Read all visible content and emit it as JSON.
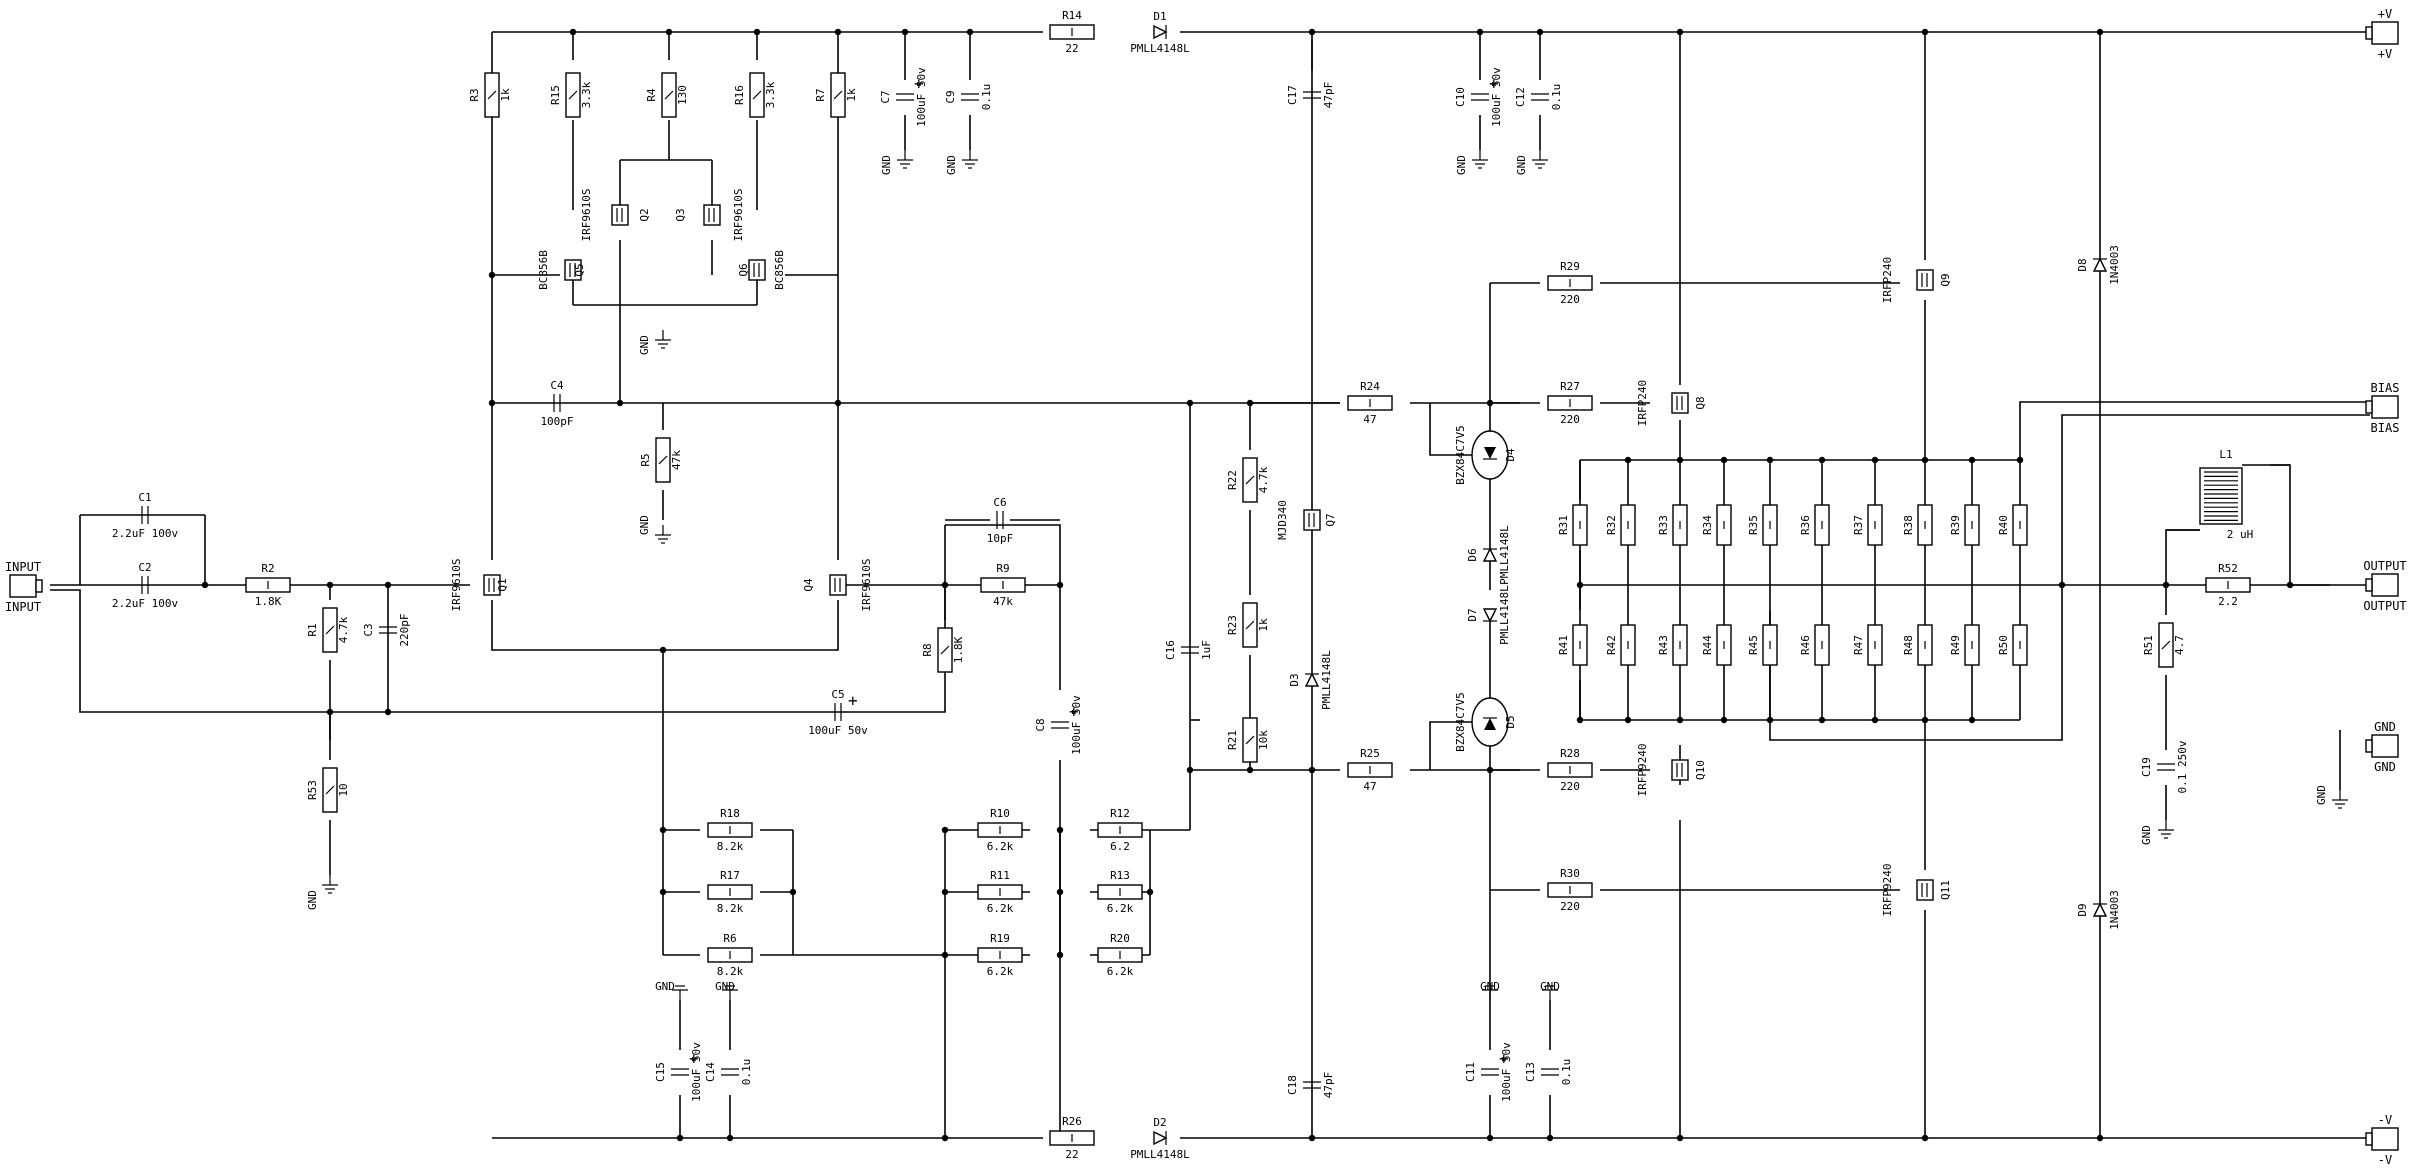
{
  "title": "",
  "resistors": [
    {
      "ref": "R3",
      "value": "1k"
    },
    {
      "ref": "R15",
      "value": "3.3k"
    },
    {
      "ref": "R4",
      "value": "130"
    },
    {
      "ref": "R16",
      "value": "3.3k"
    },
    {
      "ref": "R7",
      "value": "1k"
    },
    {
      "ref": "R14",
      "value": "22"
    },
    {
      "ref": "R26",
      "value": "22"
    },
    {
      "ref": "R2",
      "value": "1.8K"
    },
    {
      "ref": "R1",
      "value": "4.7k"
    },
    {
      "ref": "R53",
      "value": "10"
    },
    {
      "ref": "R5",
      "value": "47k"
    },
    {
      "ref": "R9",
      "value": "47k"
    },
    {
      "ref": "R8",
      "value": "1.8K"
    },
    {
      "ref": "R18",
      "value": "8.2k"
    },
    {
      "ref": "R17",
      "value": "8.2k"
    },
    {
      "ref": "R6",
      "value": "8.2k"
    },
    {
      "ref": "R10",
      "value": "6.2k"
    },
    {
      "ref": "R11",
      "value": "6.2k"
    },
    {
      "ref": "R19",
      "value": "6.2k"
    },
    {
      "ref": "R12",
      "value": "6.2"
    },
    {
      "ref": "R13",
      "value": "6.2k"
    },
    {
      "ref": "R20",
      "value": "6.2k"
    },
    {
      "ref": "R22",
      "value": "4.7k"
    },
    {
      "ref": "R23",
      "value": "1k"
    },
    {
      "ref": "R21",
      "value": "10k"
    },
    {
      "ref": "R24",
      "value": "47"
    },
    {
      "ref": "R25",
      "value": "47"
    },
    {
      "ref": "R27",
      "value": "220"
    },
    {
      "ref": "R28",
      "value": "220"
    },
    {
      "ref": "R29",
      "value": "220"
    },
    {
      "ref": "R30",
      "value": "220"
    },
    {
      "ref": "R51",
      "value": "4.7"
    },
    {
      "ref": "R52",
      "value": "2.2"
    }
  ],
  "ballast_top": [
    "R31",
    "R32",
    "R33",
    "R34",
    "R35",
    "R36",
    "R37",
    "R38",
    "R39",
    "R40"
  ],
  "ballast_bottom": [
    "R41",
    "R42",
    "R43",
    "R44",
    "R45",
    "R46",
    "R47",
    "R48",
    "R49",
    "R50"
  ],
  "capacitors": [
    {
      "ref": "C1",
      "value": "2.2uF 100v"
    },
    {
      "ref": "C2",
      "value": "2.2uF 100v"
    },
    {
      "ref": "C3",
      "value": "220pF"
    },
    {
      "ref": "C4",
      "value": "100pF"
    },
    {
      "ref": "C5",
      "value": "100uF 50v"
    },
    {
      "ref": "C6",
      "value": "10pF"
    },
    {
      "ref": "C8",
      "value": "100uF 50v"
    },
    {
      "ref": "C16",
      "value": "1uF"
    },
    {
      "ref": "C17",
      "value": "47pF"
    },
    {
      "ref": "C18",
      "value": "47pF"
    },
    {
      "ref": "C7",
      "value": "100uF 50v"
    },
    {
      "ref": "C9",
      "value": "0.1u"
    },
    {
      "ref": "C10",
      "value": "100uF 50v"
    },
    {
      "ref": "C12",
      "value": "0.1u"
    },
    {
      "ref": "C11",
      "value": "100uF 50v"
    },
    {
      "ref": "C13",
      "value": "0.1u"
    },
    {
      "ref": "C15",
      "value": "100uF 50v"
    },
    {
      "ref": "C14",
      "value": "0.1u"
    },
    {
      "ref": "C19",
      "value": "0.1 250v"
    }
  ],
  "diodes": [
    {
      "ref": "D1",
      "value": "PMLL4148L"
    },
    {
      "ref": "D2",
      "value": "PMLL4148L"
    },
    {
      "ref": "D3",
      "value": "PMLL4148L"
    },
    {
      "ref": "D6",
      "value": "PMLL4148L"
    },
    {
      "ref": "D7",
      "value": "PMLL4148L"
    },
    {
      "ref": "D4",
      "value": "BZX84C7V5"
    },
    {
      "ref": "D5",
      "value": "BZX84C7V5"
    },
    {
      "ref": "D8",
      "value": "1N4003"
    },
    {
      "ref": "D9",
      "value": "1N4003"
    }
  ],
  "transistors": [
    {
      "ref": "Q1",
      "value": "IRF9610S"
    },
    {
      "ref": "Q4",
      "value": "IRF9610S"
    },
    {
      "ref": "Q2",
      "value": "IRF9610S"
    },
    {
      "ref": "Q3",
      "value": "IRF9610S"
    },
    {
      "ref": "Q5",
      "value": "BC856B"
    },
    {
      "ref": "Q6",
      "value": "BC856B"
    },
    {
      "ref": "Q7",
      "value": "MJD340"
    },
    {
      "ref": "Q8",
      "value": "IRFP240"
    },
    {
      "ref": "Q9",
      "value": "IRFP240"
    },
    {
      "ref": "Q10",
      "value": "IRFP9240"
    },
    {
      "ref": "Q11",
      "value": "IRFP9240"
    }
  ],
  "inductor": {
    "ref": "L1",
    "value": "2 uH"
  },
  "connectors": {
    "input": "INPUT",
    "output": "OUTPUT",
    "bias": "BIAS",
    "vplus": "+V",
    "vminus": "-V",
    "gnd": "GND"
  },
  "gnd_label": "GND",
  "colors": {
    "wire": "#000000",
    "background": "#ffffff"
  }
}
